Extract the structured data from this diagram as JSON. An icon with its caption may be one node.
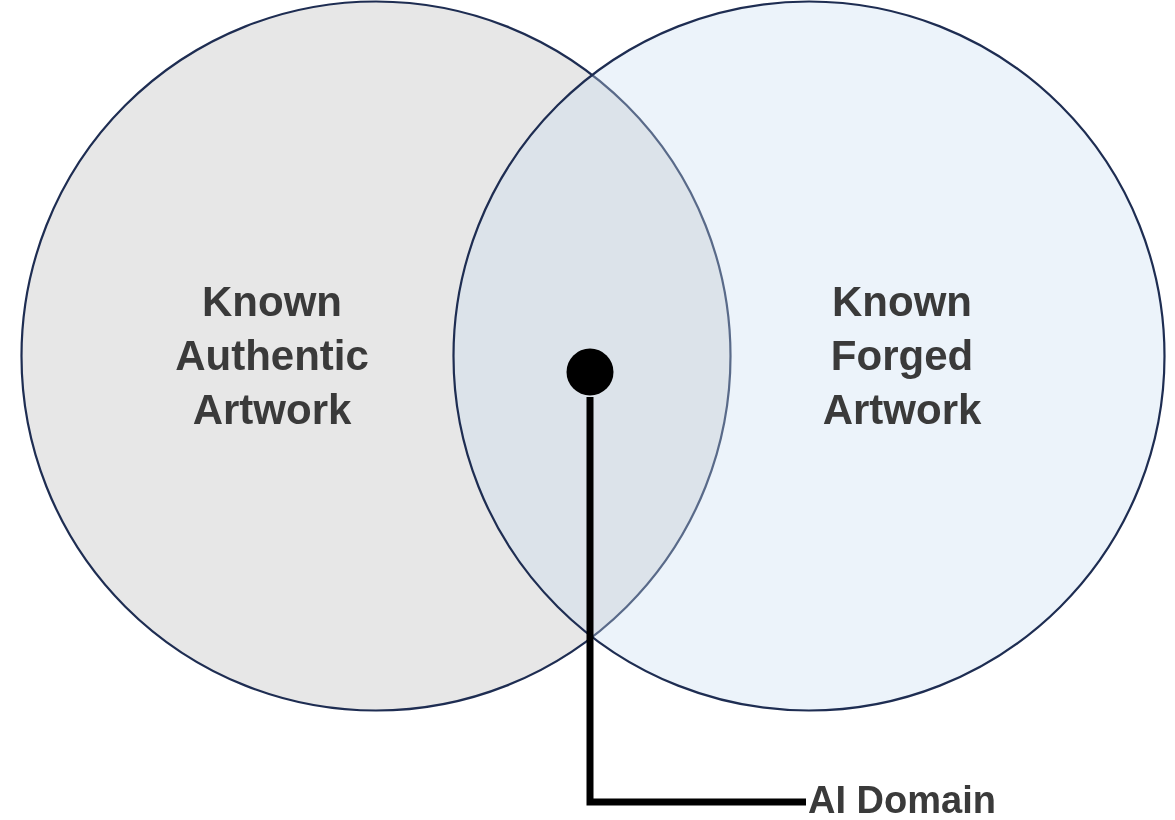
{
  "diagram": {
    "nodes": [
      {
        "text": [
          "Known Authentic Artwork"
        ]
      },
      {
        "text": [
          "Known Forged Artwork"
        ]
      },
      {
        "text": [],
        "shape": "circle"
      },
      {
        "text": [
          "AI Domain"
        ]
      }
    ],
    "edges": [
      {
        "from": 3,
        "to": 2,
        "arrow": "none"
      }
    ]
  }
}
